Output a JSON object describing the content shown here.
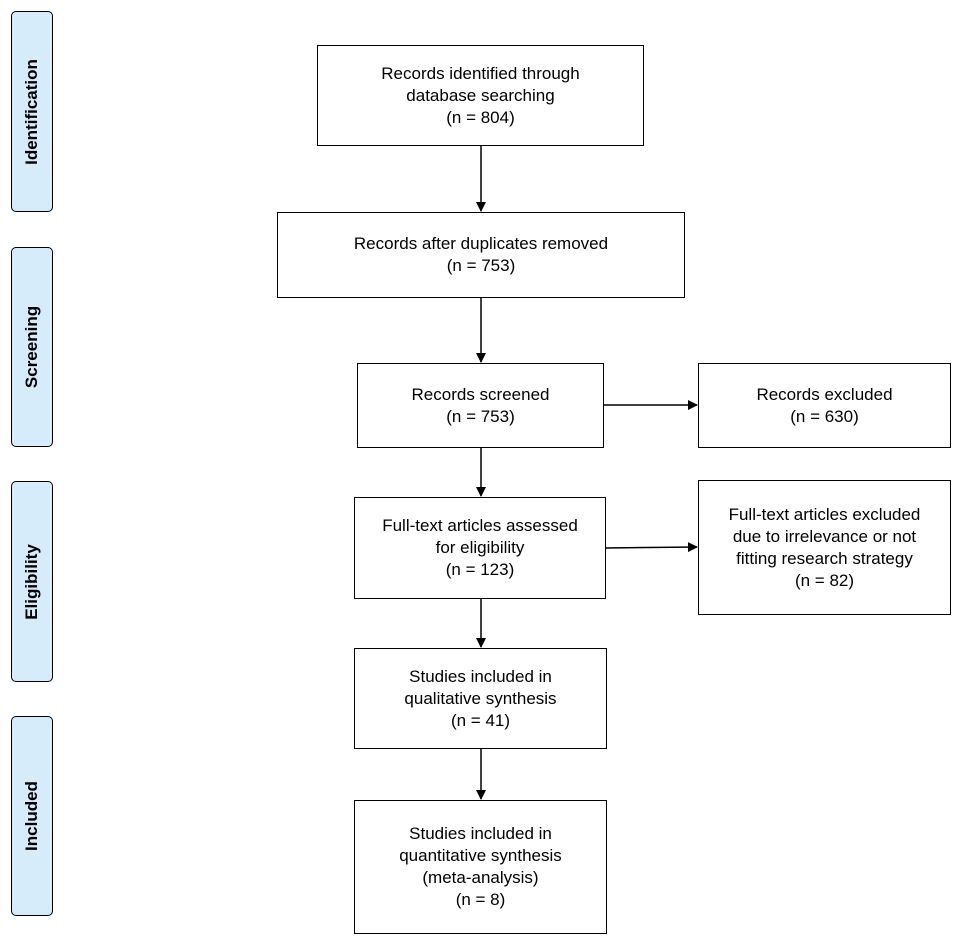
{
  "stages": [
    {
      "id": "identification",
      "label": "Identification"
    },
    {
      "id": "screening",
      "label": "Screening"
    },
    {
      "id": "eligibility",
      "label": "Eligibility"
    },
    {
      "id": "included",
      "label": "Included"
    }
  ],
  "boxes": {
    "identified": {
      "lines": [
        "Records identified through",
        "database searching",
        "(n = 804)"
      ]
    },
    "deduplicated": {
      "lines": [
        "Records after duplicates removed",
        "(n = 753)"
      ]
    },
    "screened": {
      "lines": [
        "Records screened",
        "(n = 753)"
      ]
    },
    "excluded": {
      "lines": [
        "Records excluded",
        "(n = 630)"
      ]
    },
    "fulltext": {
      "lines": [
        "Full-text articles assessed",
        "for eligibility",
        "(n = 123)"
      ]
    },
    "fulltext_excluded": {
      "lines": [
        "Full-text articles excluded",
        "due to irrelevance or not",
        "fitting research strategy",
        "(n = 82)"
      ]
    },
    "qualitative": {
      "lines": [
        "Studies included in",
        "qualitative synthesis",
        "(n = 41)"
      ]
    },
    "quantitative": {
      "lines": [
        "Studies included in",
        "quantitative synthesis",
        "(meta-analysis)",
        "(n = 8)"
      ]
    }
  },
  "colors": {
    "stage_fill": "#d6ecfb",
    "line": "#000000"
  }
}
